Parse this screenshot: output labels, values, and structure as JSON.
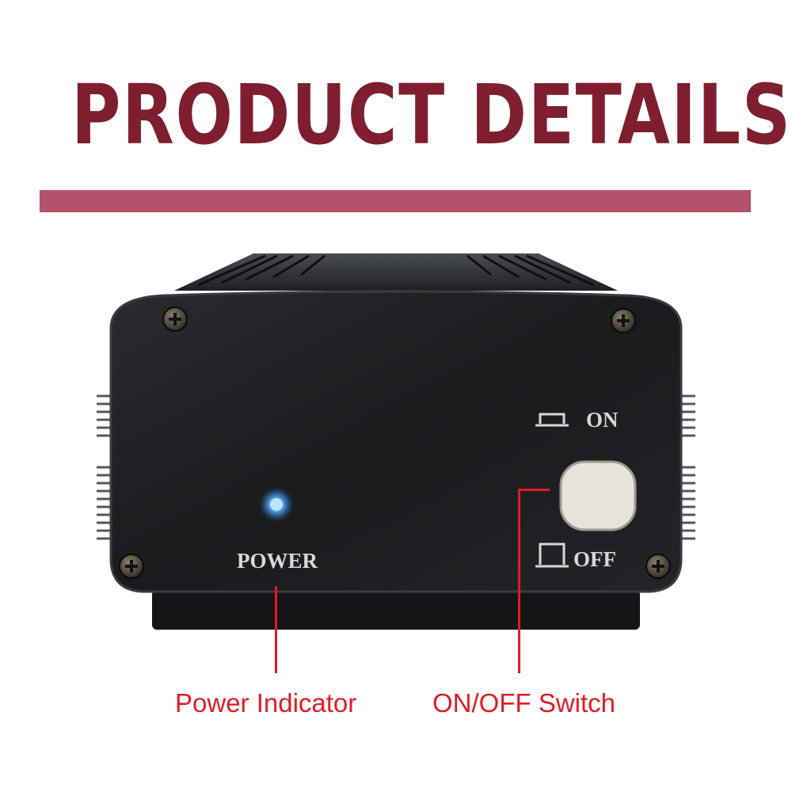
{
  "title": "PRODUCT DETAILS",
  "colors": {
    "title": "#7f1e2f",
    "accent_bar": "#b5506d",
    "callout": "#e01d26",
    "led": "#3aa0ff",
    "panel": "#1b1c1e",
    "label_text": "#d8d8d8"
  },
  "device": {
    "indicator_label": "POWER",
    "switch_on_label": "ON",
    "switch_off_label": "OFF"
  },
  "callouts": {
    "power": "Power Indicator",
    "switch": "ON/OFF Switch"
  }
}
